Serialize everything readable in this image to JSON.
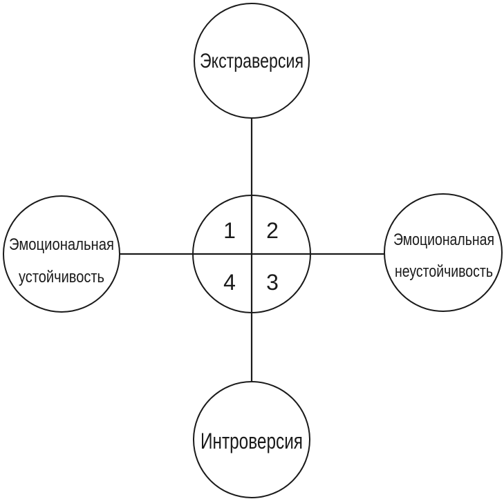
{
  "diagram": {
    "nodes": {
      "top": "Экстраверсия",
      "bottom": "Интроверсия",
      "left_line1": "Эмоциональная",
      "left_line2": "устойчивость",
      "right_line1": "Эмоциональная",
      "right_line2": "неустойчивость"
    },
    "quadrants": [
      "1",
      "2",
      "3",
      "4"
    ],
    "colors": {
      "stroke": "#1a1a1a",
      "fill": "#ffffff"
    }
  }
}
